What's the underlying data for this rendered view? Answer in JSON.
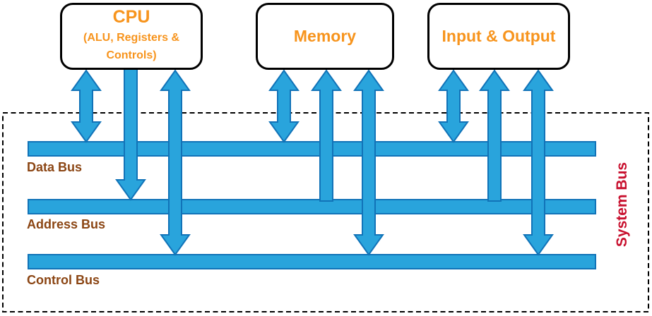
{
  "diagram": {
    "components": {
      "cpu": {
        "title": "CPU",
        "subtitle": "(ALU, Registers & Controls)"
      },
      "memory": {
        "title": "Memory"
      },
      "io": {
        "title": "Input & Output"
      }
    },
    "bus_labels": {
      "data": "Data Bus",
      "address": "Address Bus",
      "control": "Control Bus",
      "system": "System Bus"
    },
    "connections": [
      {
        "from": "CPU",
        "to": "Data Bus",
        "direction": "bidirectional"
      },
      {
        "from": "CPU",
        "to": "Address Bus",
        "direction": "one-way-to-bus"
      },
      {
        "from": "CPU",
        "to": "Control Bus",
        "direction": "bidirectional"
      },
      {
        "from": "Memory",
        "to": "Data Bus",
        "direction": "bidirectional"
      },
      {
        "from": "Address Bus",
        "to": "Memory",
        "direction": "one-way-to-component"
      },
      {
        "from": "Memory",
        "to": "Control Bus",
        "direction": "bidirectional"
      },
      {
        "from": "Input & Output",
        "to": "Data Bus",
        "direction": "bidirectional"
      },
      {
        "from": "Address Bus",
        "to": "Input & Output",
        "direction": "one-way-to-component"
      },
      {
        "from": "Input & Output",
        "to": "Control Bus",
        "direction": "bidirectional"
      }
    ],
    "colors": {
      "bus-fill": "#29A4DC",
      "bus-stroke": "#1173B8",
      "component-text": "#F7941D",
      "bus-label-text": "#8B4513",
      "system-bus-text": "#C8102E",
      "border": "#000000"
    }
  }
}
